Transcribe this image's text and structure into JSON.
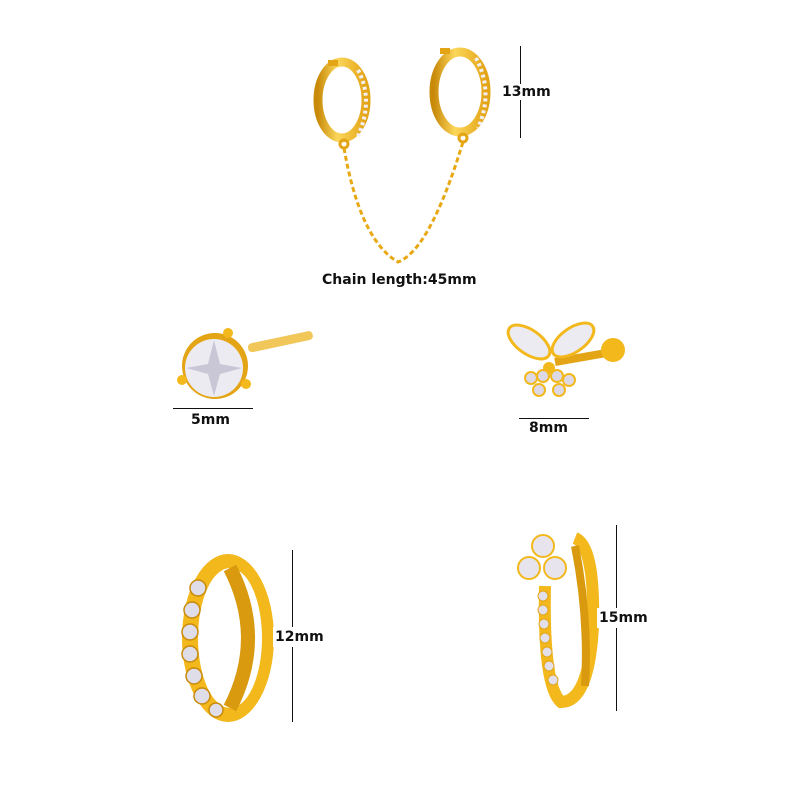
{
  "colors": {
    "gold": "#F2B81C",
    "gold_dark": "#C98A0A",
    "gold_light": "#FBD65A",
    "crystal": "#EDEBF2",
    "crystal_shadow": "#B9B6C6",
    "dimension_line": "#111111",
    "background": "#FFFFFF"
  },
  "items": [
    {
      "id": "double-hoop-chain",
      "description": "double huggie hoops connected by chain",
      "height_label": "13mm",
      "chain_label": "Chain length:45mm"
    },
    {
      "id": "round-stud",
      "description": "round crystal stud with three prongs",
      "width_label": "5mm"
    },
    {
      "id": "butterfly-barbell",
      "description": "butterfly crystal barbell",
      "width_label": "8mm"
    },
    {
      "id": "pave-huggie",
      "description": "pave crystal huggie hoop",
      "height_label": "12mm"
    },
    {
      "id": "trefoil-huggie",
      "description": "trefoil crystal huggie hoop",
      "height_label": "15mm"
    }
  ]
}
